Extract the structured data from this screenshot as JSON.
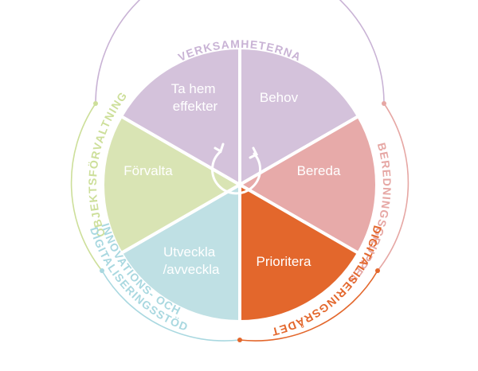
{
  "wheel": {
    "segments": [
      {
        "lines": [
          "Behov"
        ],
        "color": "#d4c2db"
      },
      {
        "lines": [
          "Bereda"
        ],
        "color": "#e7aaa9"
      },
      {
        "lines": [
          "Prioritera"
        ],
        "color": "#e3672c"
      },
      {
        "lines": [
          "Utveckla",
          "/avveckla"
        ],
        "color": "#bfe0e4"
      },
      {
        "lines": [
          "Förvalta"
        ],
        "color": "#d9e4b4"
      },
      {
        "lines": [
          "Ta hem",
          "effekter"
        ],
        "color": "#d4c2db"
      }
    ]
  },
  "ring": {
    "colors": {
      "verksamheterna": "#c9b3d5",
      "beredningsgruppen": "#e6a7a4",
      "digitaliseringsradet": "#e3672c",
      "innovation": "#a9d8e0",
      "objektsforvaltning": "#cddf9a"
    },
    "labels": {
      "verksamheterna": "VERKSAMHETERNA",
      "beredningsgruppen": "BEREDNINGSGRUPPEN",
      "digitaliseringsradet": "DIGITALISERINGSRÅDET",
      "objektsforvaltning": "OBJEKTSFÖRVALTNING",
      "innovation_line1": "INNOVATIONS- OCH",
      "innovation_line2": "DIGITALISERINGSSTÖD"
    }
  }
}
